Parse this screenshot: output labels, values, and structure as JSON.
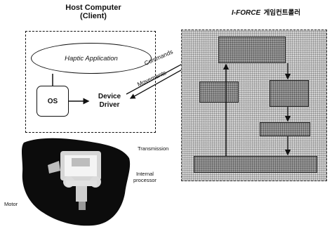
{
  "host": {
    "title_line1": "Host Computer",
    "title_line2": "(Client)",
    "app_label": "Haptic Application",
    "os_label": "OS",
    "driver_line1": "Device",
    "driver_line2": "Driver"
  },
  "links": {
    "commands": "Commands",
    "movements": "Movements"
  },
  "controller": {
    "title_italic": "I-FORCE",
    "title_korean": "게임컨트롤러"
  },
  "labels": {
    "transmission": "Transmission",
    "internal_line1": "Internal",
    "internal_line2": "processor",
    "motor": "Motor"
  },
  "colors": {
    "line": "#111111",
    "controller_bg": "#cfcfcf",
    "controller_box": "#9a9a9a"
  }
}
